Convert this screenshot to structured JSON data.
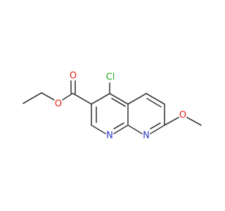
{
  "molecule": {
    "atoms": [
      {
        "id": "o_carbonyl",
        "label": "O",
        "color": "#e8211a"
      },
      {
        "id": "o_ester",
        "label": "O",
        "color": "#e8211a"
      },
      {
        "id": "cl",
        "label": "Cl",
        "color": "#1db31d"
      },
      {
        "id": "n1",
        "label": "N",
        "color": "#2a35c9"
      },
      {
        "id": "n8",
        "label": "N",
        "color": "#2a35c9"
      },
      {
        "id": "o_methoxy",
        "label": "O",
        "color": "#e8211a"
      }
    ],
    "bond_color": "#3a3a3a"
  }
}
